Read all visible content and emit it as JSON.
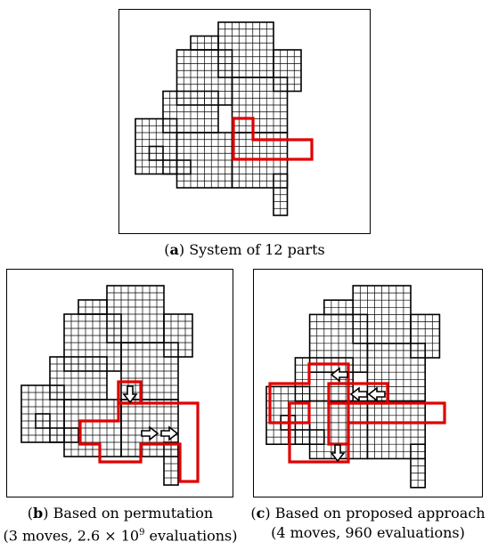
{
  "captions": {
    "a": {
      "letter": "a",
      "text": " System of 12 parts"
    },
    "b": {
      "letter": "b",
      "text": " Based on permutation",
      "line2_pre": "(3 moves, 2.6 × 10",
      "line2_sup": "9",
      "line2_post": " evaluations)"
    },
    "c": {
      "letter": "c",
      "text": " Based on proposed approach",
      "line2": "(4 moves, 960 evaluations)"
    }
  },
  "colors": {
    "grid": "#000000",
    "highlight": "#e00000",
    "background": "#ffffff"
  },
  "arrows": {
    "b": [
      "down",
      "right",
      "right"
    ],
    "c": [
      "left",
      "left",
      "left",
      "down"
    ]
  },
  "icons": [
    "arrow-down-icon",
    "arrow-right-icon",
    "arrow-left-icon"
  ]
}
